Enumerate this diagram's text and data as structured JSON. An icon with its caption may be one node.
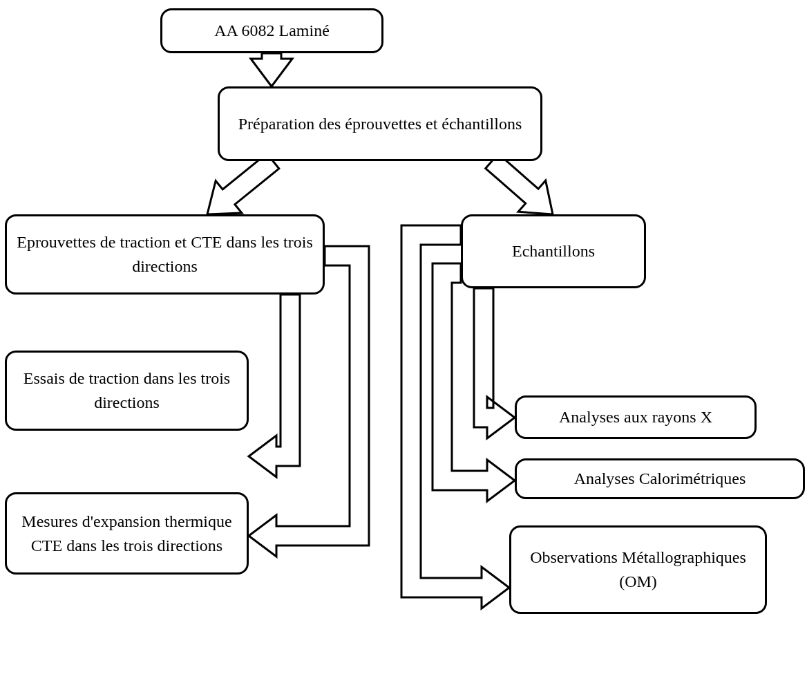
{
  "diagram": {
    "nodes": [
      {
        "text": [
          "AA 6082 Laminé"
        ]
      },
      {
        "text": [
          "Préparation des éprouvettes et échantillons"
        ]
      },
      {
        "text": [
          "Eprouvettes de traction et CTE dans les trois directions"
        ]
      },
      {
        "text": [
          "Echantillons"
        ]
      },
      {
        "text": [
          "Essais de traction dans les trois directions"
        ]
      },
      {
        "text": [
          "Mesures d'expansion thermique CTE dans les trois directions"
        ]
      },
      {
        "text": [
          "Analyses aux rayons X"
        ]
      },
      {
        "text": [
          "Analyses Calorimétriques"
        ]
      },
      {
        "text": [
          "Observations Métallographiques (OM)"
        ]
      }
    ],
    "edges": [
      {
        "from": 0,
        "to": 1,
        "arrow": "to"
      },
      {
        "from": 1,
        "to": 2,
        "arrow": "to"
      },
      {
        "from": 1,
        "to": 3,
        "arrow": "to"
      },
      {
        "from": 2,
        "to": 4,
        "arrow": "to"
      },
      {
        "from": 2,
        "to": 5,
        "arrow": "to"
      },
      {
        "from": 3,
        "to": 6,
        "arrow": "to"
      },
      {
        "from": 3,
        "to": 7,
        "arrow": "to"
      },
      {
        "from": 3,
        "to": 8,
        "arrow": "to"
      }
    ]
  }
}
